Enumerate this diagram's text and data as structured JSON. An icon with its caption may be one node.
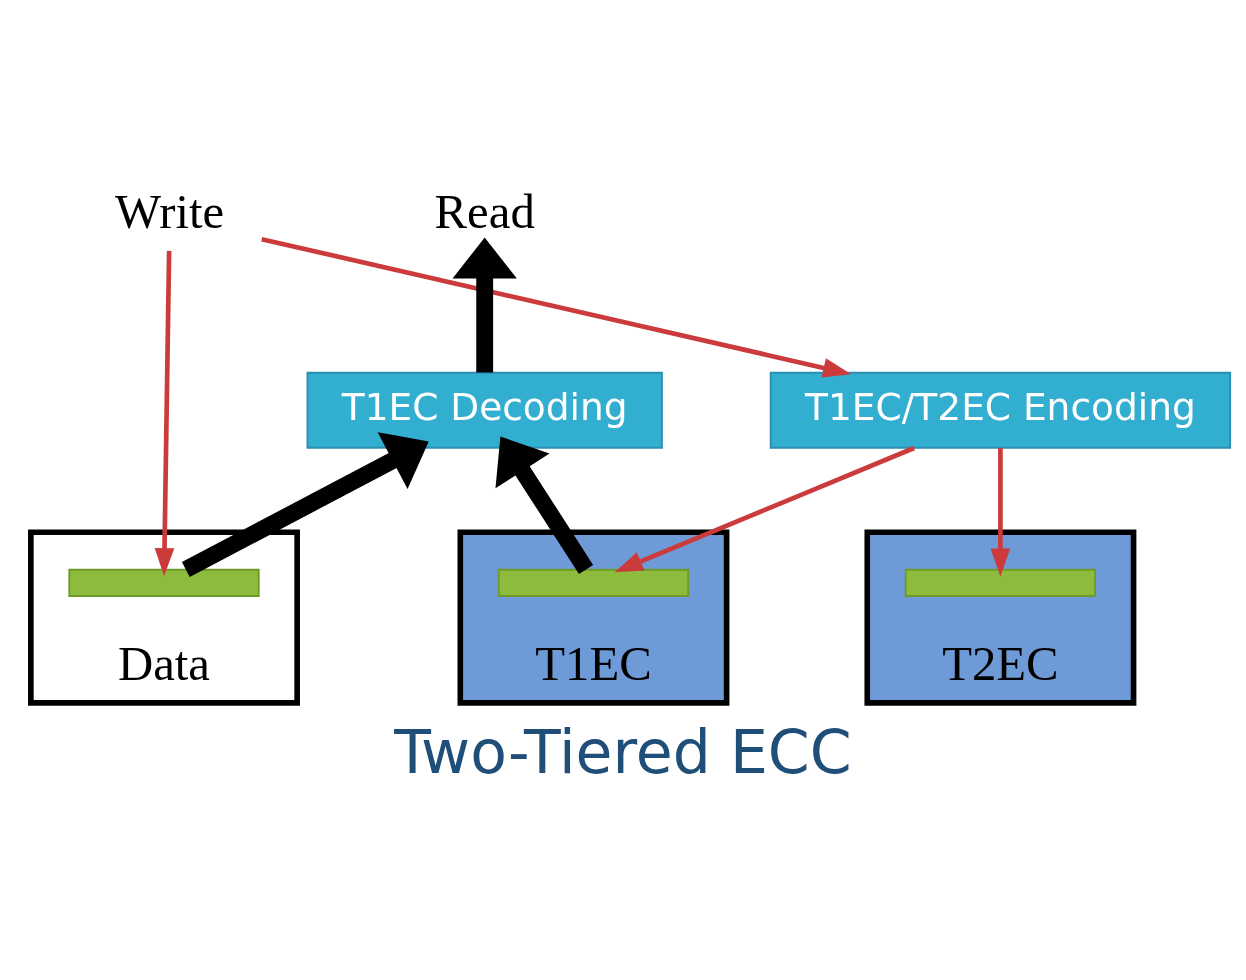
{
  "diagram": {
    "title": "Two-Tiered ECC",
    "nodes": [
      {
        "text": [
          "Write"
        ]
      },
      {
        "text": [
          "Read"
        ]
      },
      {
        "text": [
          "T1EC Decoding"
        ]
      },
      {
        "text": [
          "T1EC/T2EC Encoding"
        ]
      },
      {
        "text": [
          "Data"
        ]
      },
      {
        "text": [],
        "shape": "bar",
        "in": 4
      },
      {
        "text": [
          "T1EC"
        ]
      },
      {
        "text": [],
        "shape": "bar",
        "in": 6
      },
      {
        "text": [
          "T2EC"
        ]
      },
      {
        "text": [],
        "shape": "bar",
        "in": 8
      }
    ],
    "edges": [
      {
        "from": 0,
        "to": 5,
        "arrow": "to"
      },
      {
        "from": 0,
        "to": 3,
        "arrow": "to"
      },
      {
        "from": 3,
        "to": 7,
        "arrow": "to"
      },
      {
        "from": 3,
        "to": 9,
        "arrow": "to"
      },
      {
        "from": 5,
        "to": 2,
        "arrow": "to",
        "style": "thick",
        "color": "#000000"
      },
      {
        "from": 7,
        "to": 2,
        "arrow": "to",
        "style": "thick",
        "color": "#000000"
      },
      {
        "from": 2,
        "to": 1,
        "arrow": "to",
        "style": "thick",
        "color": "#000000"
      }
    ]
  }
}
